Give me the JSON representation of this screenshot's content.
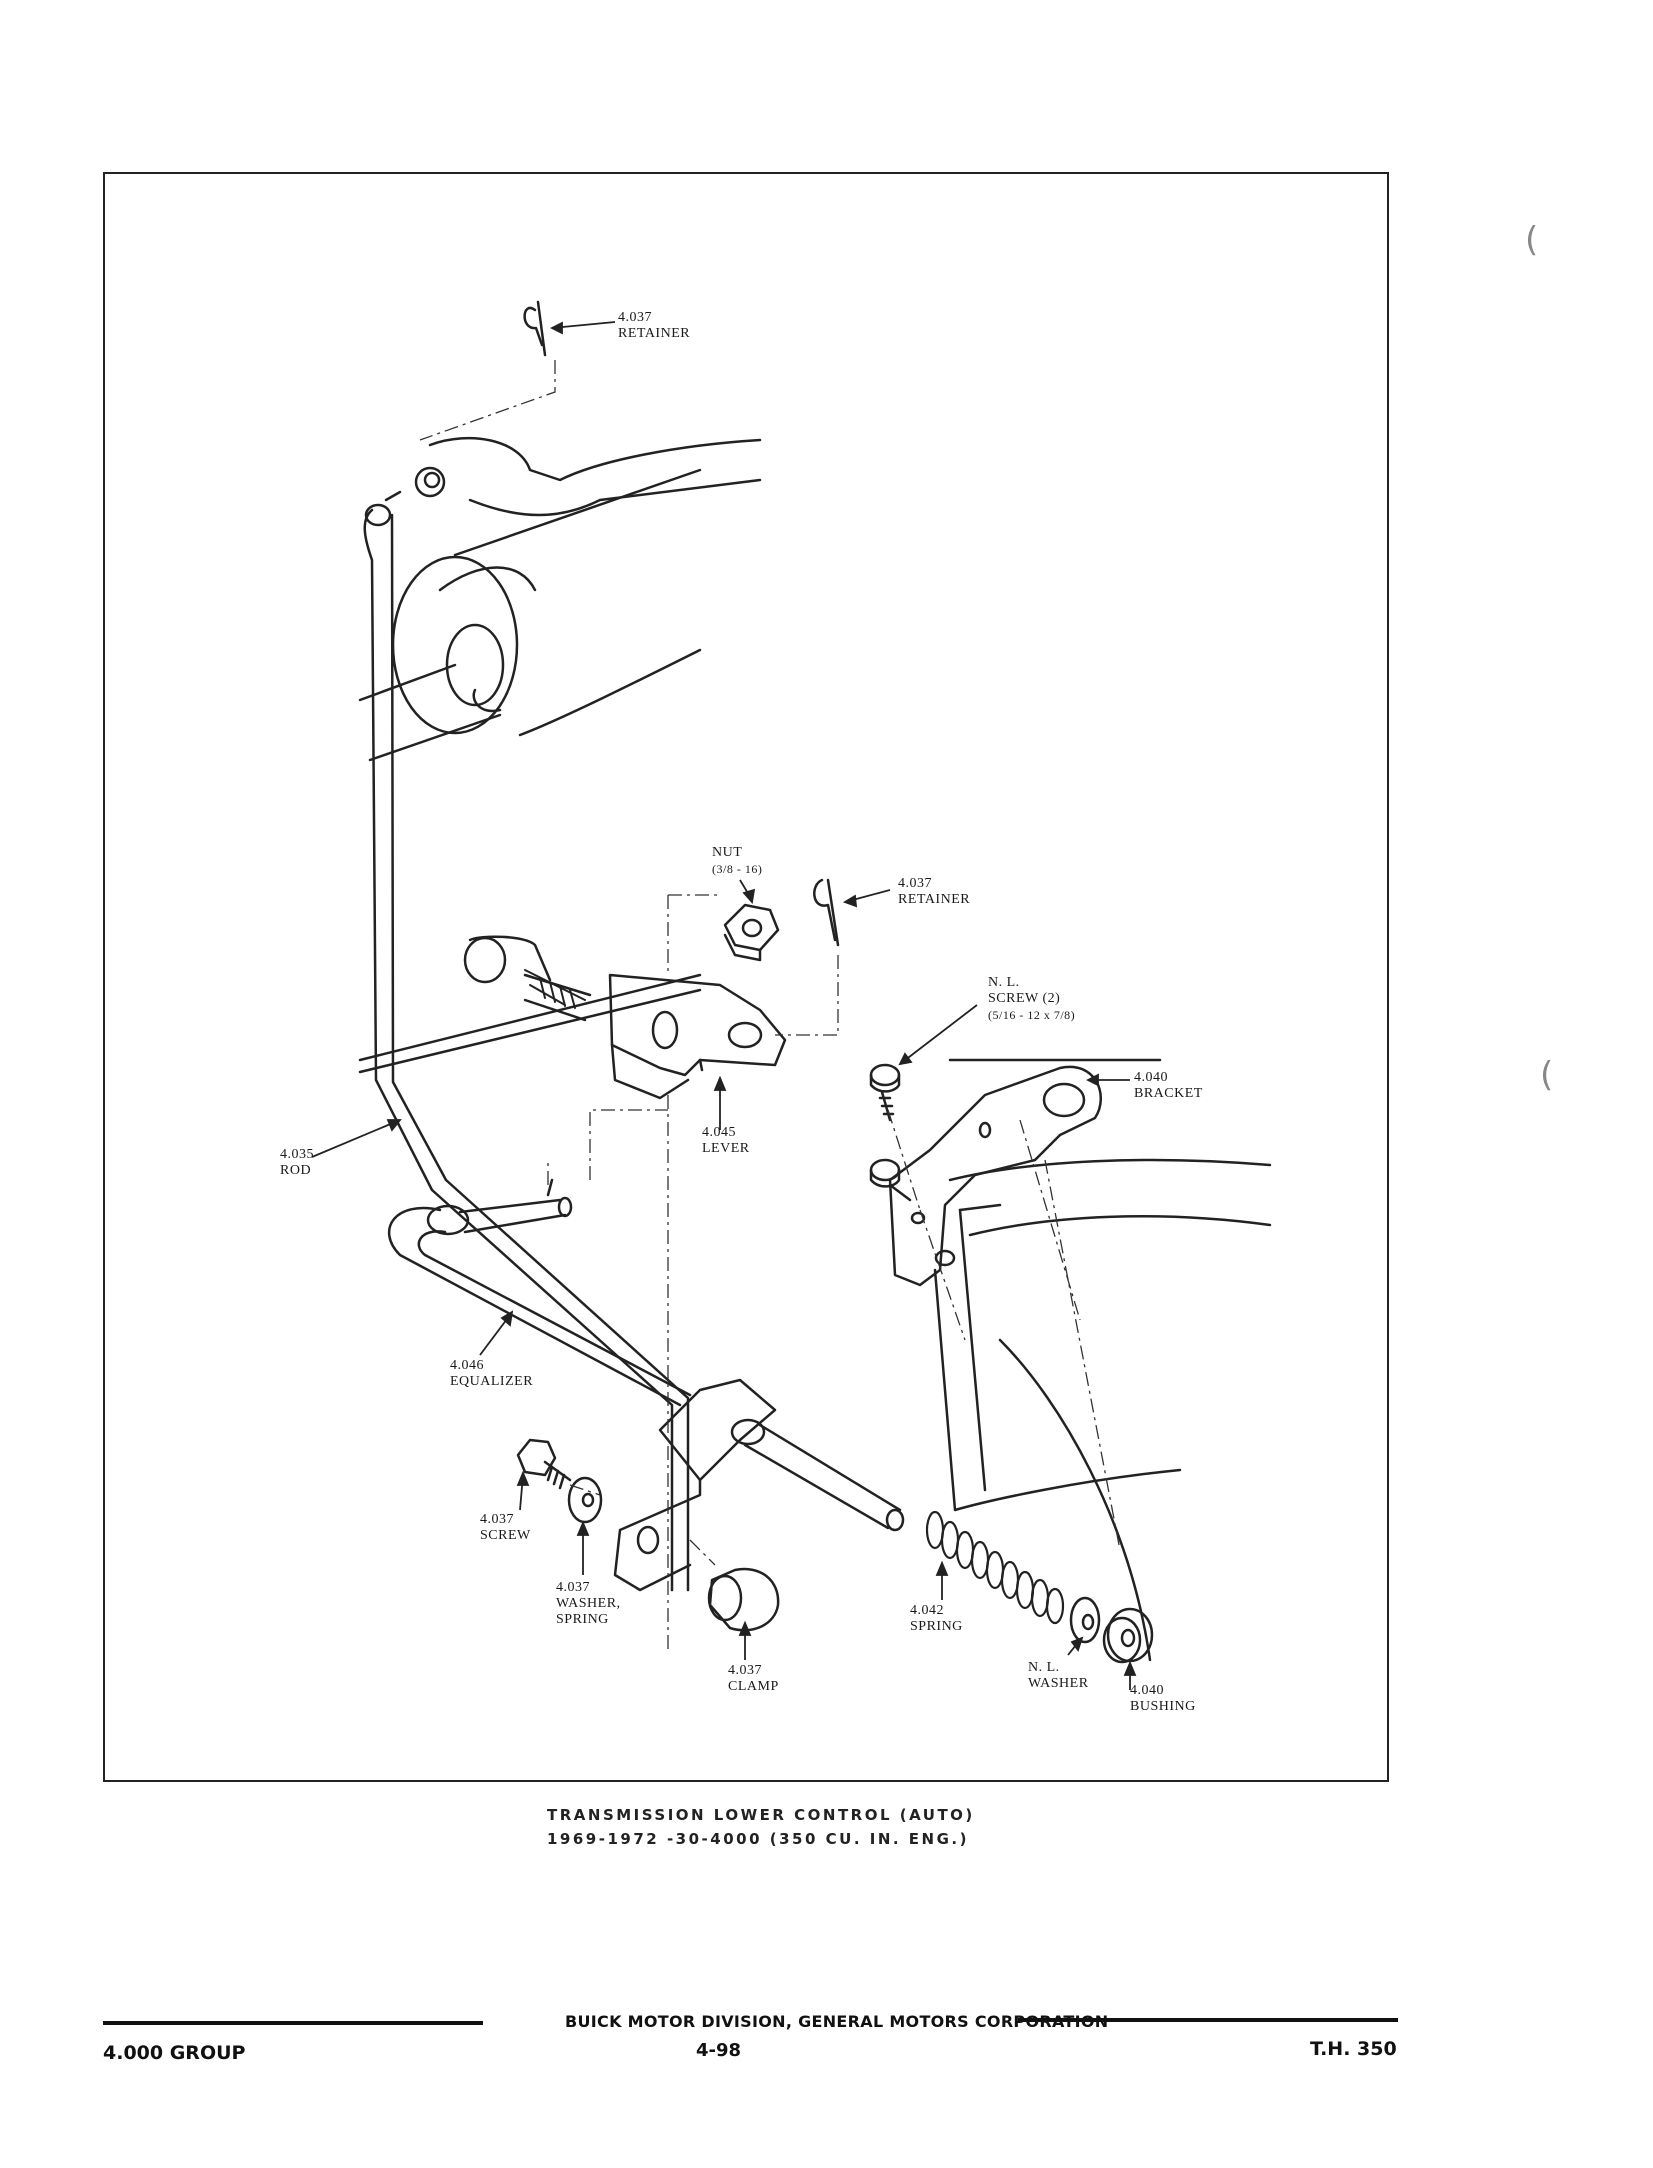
{
  "labels": {
    "retainer_top": {
      "number": "4.037",
      "name": "RETAINER"
    },
    "nut": {
      "name": "NUT",
      "spec": "(3/8 - 16)"
    },
    "retainer_mid": {
      "number": "4.037",
      "name": "RETAINER"
    },
    "screw_nl": {
      "prefix": "N. L.",
      "name": "SCREW (2)",
      "spec": "(5/16 - 12 x 7/8)"
    },
    "bracket": {
      "number": "4.040",
      "name": "BRACKET"
    },
    "lever": {
      "number": "4.045",
      "name": "LEVER"
    },
    "rod": {
      "number": "4.035",
      "name": "ROD"
    },
    "equalizer": {
      "number": "4.046",
      "name": "EQUALIZER"
    },
    "screw": {
      "number": "4.037",
      "name": "SCREW"
    },
    "washer_spring": {
      "number": "4.037",
      "name1": "WASHER,",
      "name2": "SPRING"
    },
    "clamp": {
      "number": "4.037",
      "name": "CLAMP"
    },
    "spring": {
      "number": "4.042",
      "name": "SPRING"
    },
    "washer_nl": {
      "prefix": "N. L.",
      "name": "WASHER"
    },
    "bushing": {
      "number": "4.040",
      "name": "BUSHING"
    }
  },
  "caption": {
    "line1": "TRANSMISSION LOWER CONTROL (AUTO)",
    "line2": "1969-1972 -30-4000 (350 CU. IN. ENG.)"
  },
  "footer": {
    "publisher": "BUICK MOTOR DIVISION, GENERAL MOTORS CORPORATION",
    "group": "4.000 GROUP",
    "page": "4-98",
    "transmission": "T.H. 350"
  }
}
